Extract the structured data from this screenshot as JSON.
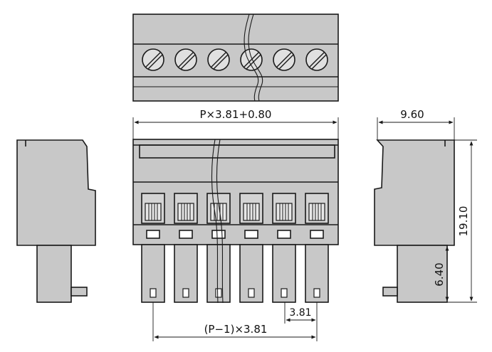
{
  "dimensions": {
    "overall_width": "P×3.81+0.80",
    "depth": "9.60",
    "height": "19.10",
    "pin_length": "6.40",
    "pitch": "3.81",
    "pin_span": "(P−1)×3.81"
  },
  "pole_count": 6,
  "colors": {
    "body": "#c8c8c8",
    "line": "#1a1a1a",
    "background": "#ffffff"
  }
}
